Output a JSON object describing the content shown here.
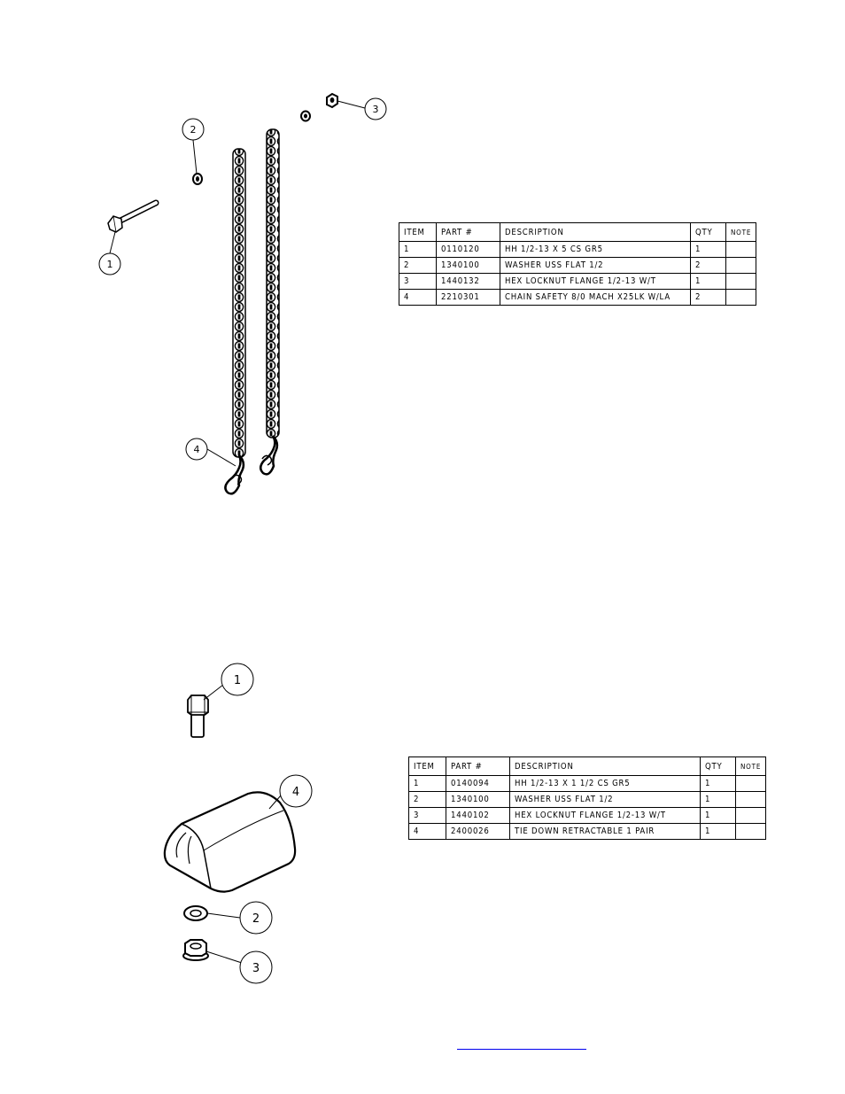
{
  "tables": [
    {
      "headers": [
        "ITEM",
        "PART #",
        "DESCRIPTION",
        "QTY",
        "NOTE"
      ],
      "rows": [
        [
          "1",
          "0110120",
          "HH 1/2-13 X 5 CS GR5",
          "1",
          ""
        ],
        [
          "2",
          "1340100",
          "WASHER USS FLAT 1/2",
          "2",
          ""
        ],
        [
          "3",
          "1440132",
          "HEX LOCKNUT FLANGE 1/2-13 W/T",
          "1",
          ""
        ],
        [
          "4",
          "2210301",
          "CHAIN SAFETY 8/0 MACH X25LK W/LA",
          "2",
          ""
        ]
      ]
    },
    {
      "headers": [
        "ITEM",
        "PART #",
        "DESCRIPTION",
        "QTY",
        "NOTE"
      ],
      "rows": [
        [
          "1",
          "0140094",
          "HH 1/2-13 X 1 1/2 CS GR5",
          "1",
          ""
        ],
        [
          "2",
          "1340100",
          "WASHER USS FLAT 1/2",
          "1",
          ""
        ],
        [
          "3",
          "1440102",
          "HEX LOCKNUT FLANGE 1/2-13 W/T",
          "1",
          ""
        ],
        [
          "4",
          "2400026",
          "TIE DOWN RETRACTABLE 1 PAIR",
          "1",
          ""
        ]
      ]
    }
  ],
  "balloons_top": [
    "1",
    "2",
    "3",
    "4"
  ],
  "balloons_bottom": [
    "1",
    "4",
    "2",
    "3"
  ],
  "footer_link": ""
}
